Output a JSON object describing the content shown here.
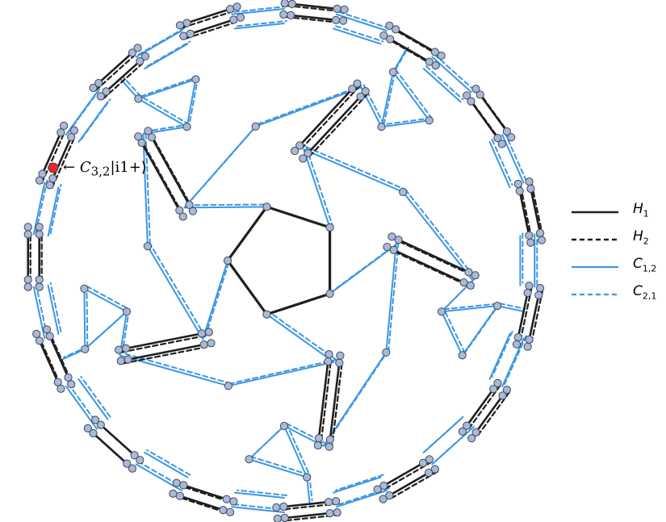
{
  "colors": {
    "h1": "#1f1f1f",
    "h2": "#1f1f1f",
    "c12": "#3d97e3",
    "c21": "#3d97e3",
    "node_fill": "#a9b9d8",
    "node_stroke": "#404858",
    "highlight": "#e8262b"
  },
  "annotation": {
    "arrow": "←",
    "label": "C",
    "subscript": "3,2",
    "ket": "|i1+⟩"
  },
  "legend": [
    {
      "key": "h1",
      "name": "H",
      "sub": "1",
      "style": "solid"
    },
    {
      "key": "h2",
      "name": "H",
      "sub": "2",
      "style": "dashed"
    },
    {
      "key": "c12",
      "name": "C",
      "sub": "1,2",
      "style": "solid"
    },
    {
      "key": "c21",
      "name": "C",
      "sub": "2,1",
      "style": "dashed"
    }
  ]
}
